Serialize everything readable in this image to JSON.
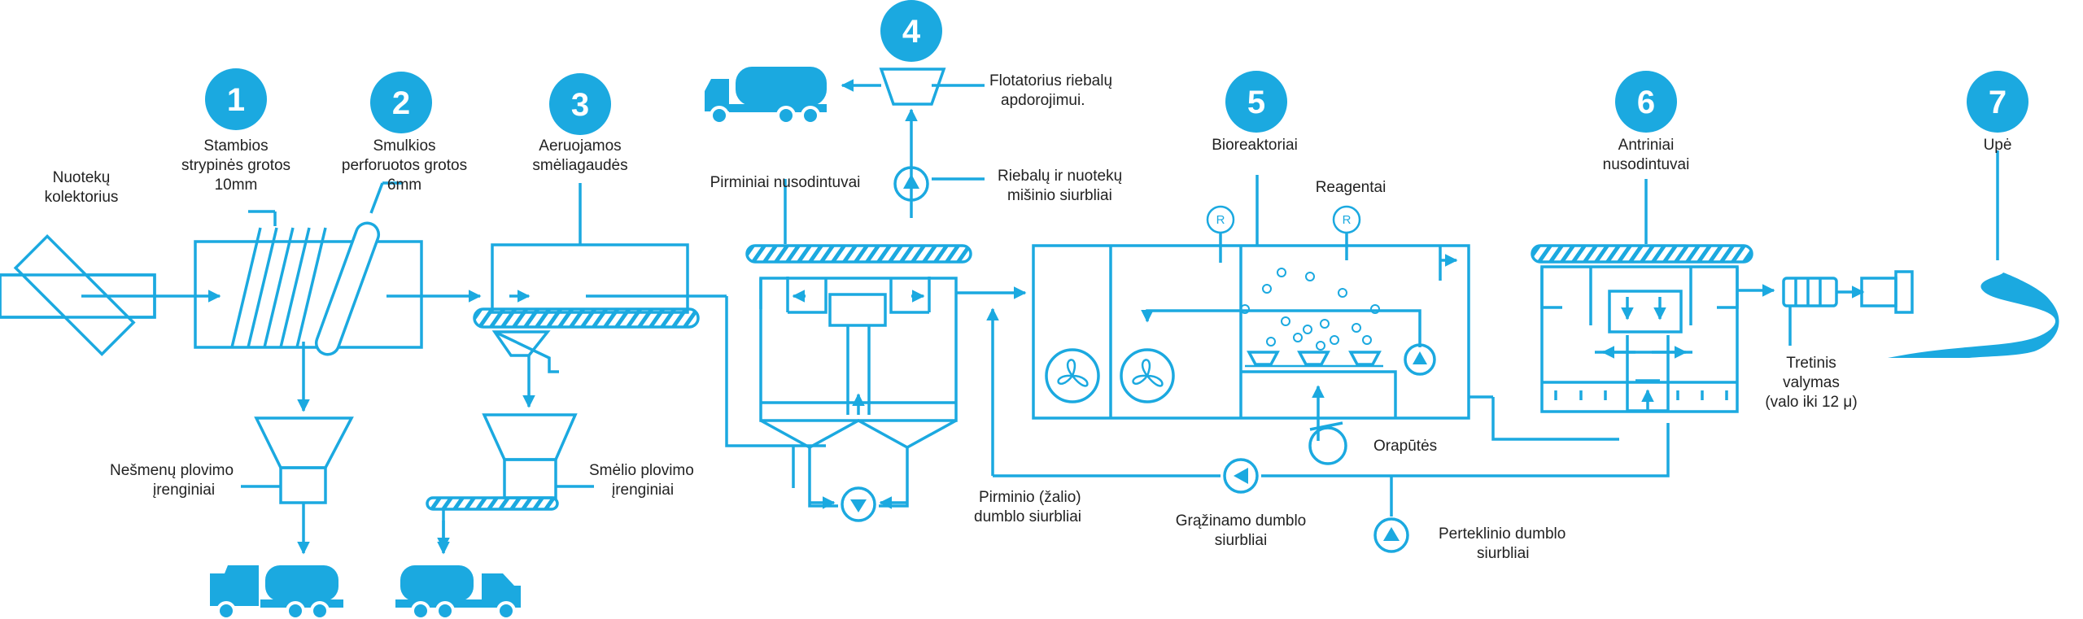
{
  "colors": {
    "accent": "#1ba9e0",
    "text": "#222222",
    "background": "#ffffff"
  },
  "steps": [
    "1",
    "2",
    "3",
    "4",
    "5",
    "6",
    "7"
  ],
  "labels": {
    "sewer_collector": [
      "Nuotekų",
      "kolektorius"
    ],
    "coarse_grates": [
      "Stambios",
      "strypinės grotos",
      "10mm"
    ],
    "fine_grates": [
      "Smulkios",
      "perforuotos grotos",
      "6mm"
    ],
    "aerated_grit": [
      "Aeruojamos",
      "smėliagaudės"
    ],
    "primary_settlers": "Pirminiai nusodintuvai",
    "flotator": [
      "Flotatorius riebalų",
      "apdorojimui."
    ],
    "fat_pumps": [
      "Riebalų ir nuotekų",
      "mišinio siurbliai"
    ],
    "bioreactors": "Bioreaktoriai",
    "reagents": "Reagentai",
    "reagent_marker": "R",
    "blowers": "Orapūtės",
    "secondary_settlers": [
      "Antriniai",
      "nusodintuvai"
    ],
    "river": "Upė",
    "tertiary": [
      "Tretinis",
      "valymas",
      "(valo iki 12 μ)"
    ],
    "screenings_wash": [
      "Nešmenų plovimo",
      "įrenginiai"
    ],
    "sand_wash": [
      "Smėlio plovimo",
      "įrenginiai"
    ],
    "primary_sludge_pumps": [
      "Pirminio (žalio)",
      "dumblo siurbliai"
    ],
    "return_sludge_pumps": [
      "Grąžinamo dumblo",
      "siurbliai"
    ],
    "excess_sludge_pumps": [
      "Perteklinio dumblo",
      "siurbliai"
    ]
  },
  "icons": [
    "tanker-truck-icon",
    "fan-icon",
    "pump-icon",
    "blower-icon",
    "river-icon",
    "filter-icon"
  ]
}
